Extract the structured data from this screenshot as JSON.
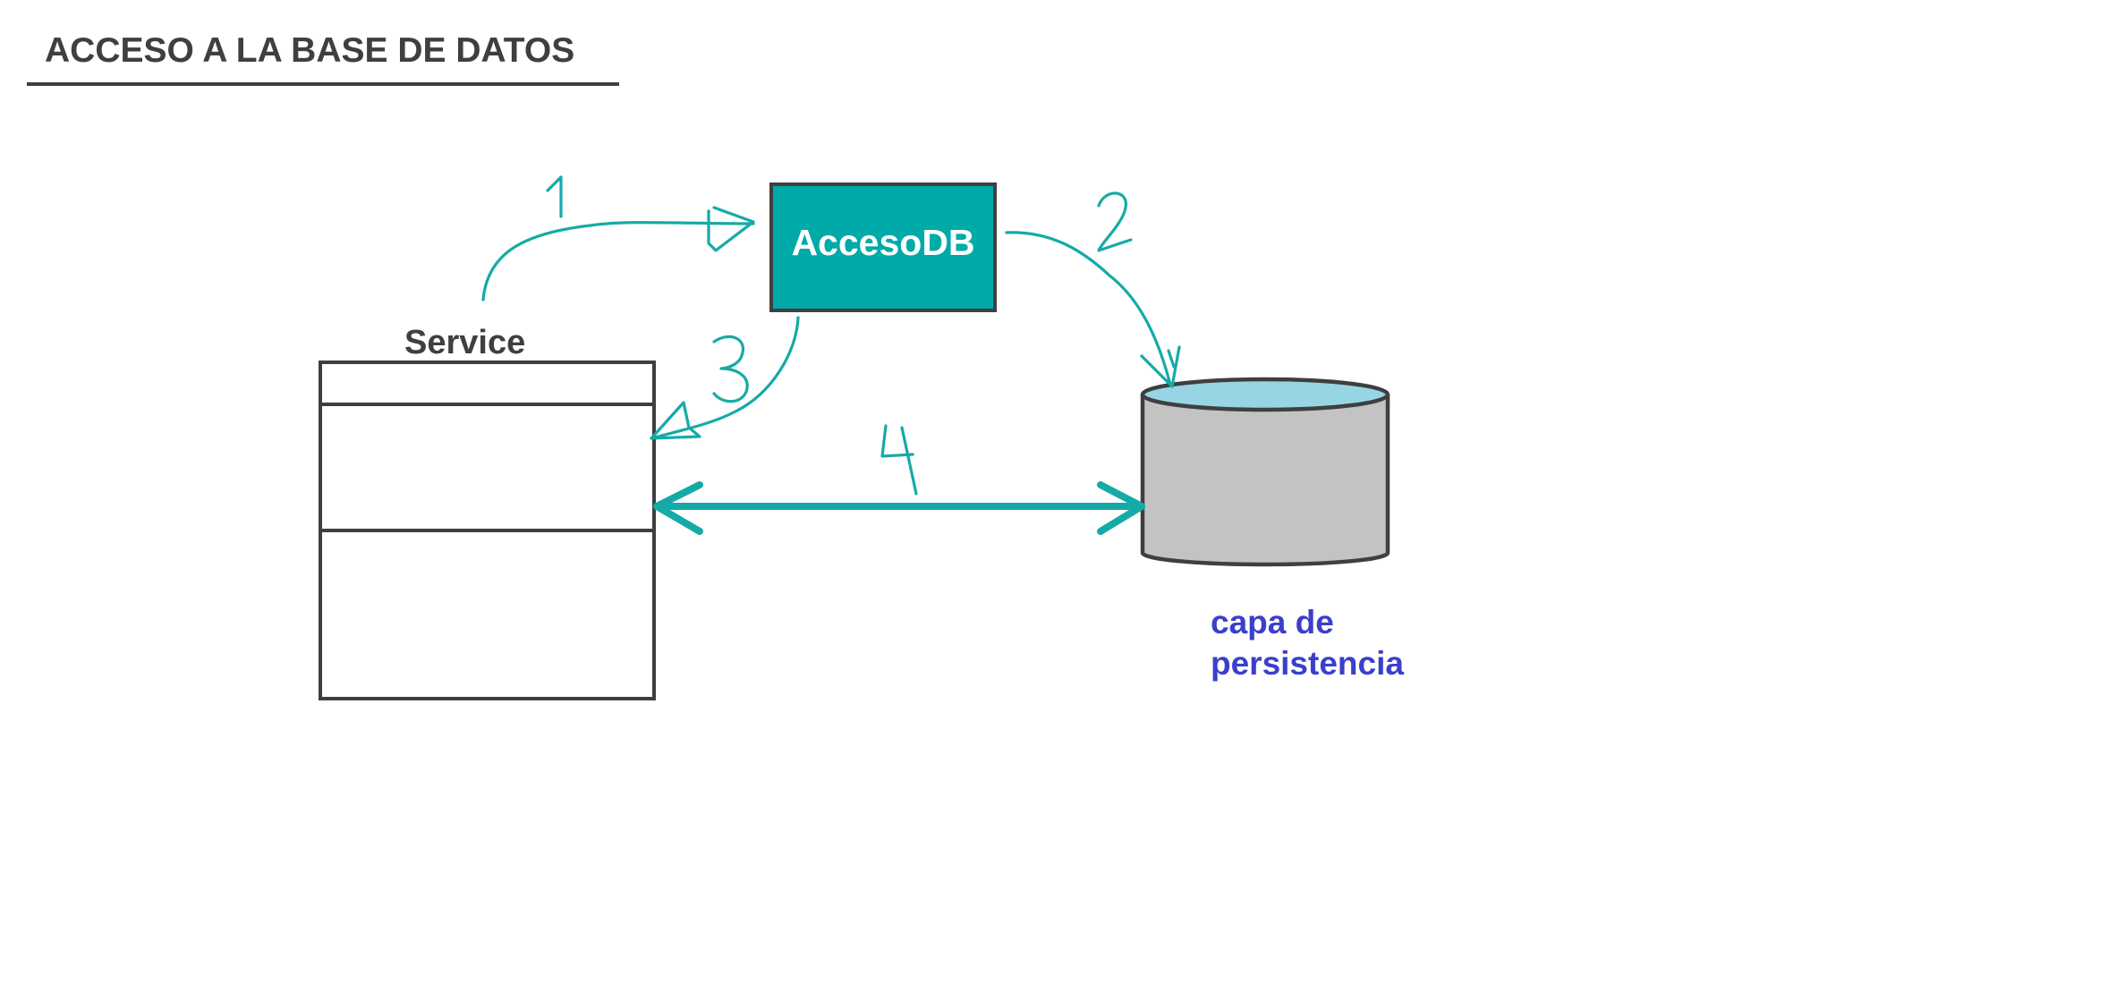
{
  "title": "ACCESO A LA BASE DE DATOS",
  "service": {
    "label": "Service"
  },
  "acceso_db": {
    "label": "AccesoDB"
  },
  "persistence": {
    "label_line1": "capa de",
    "label_line2": "persistencia"
  },
  "steps": {
    "step1": "1",
    "step2": "2",
    "step3": "3",
    "step4": "4"
  },
  "colors": {
    "teal_box": "#00aaa8",
    "arrow": "#15aaa7",
    "outline": "#3f3f3f",
    "cylinder_body": "#c3c3c3",
    "cylinder_top": "#97d5e4",
    "persistence_text": "#3a3fcc"
  }
}
